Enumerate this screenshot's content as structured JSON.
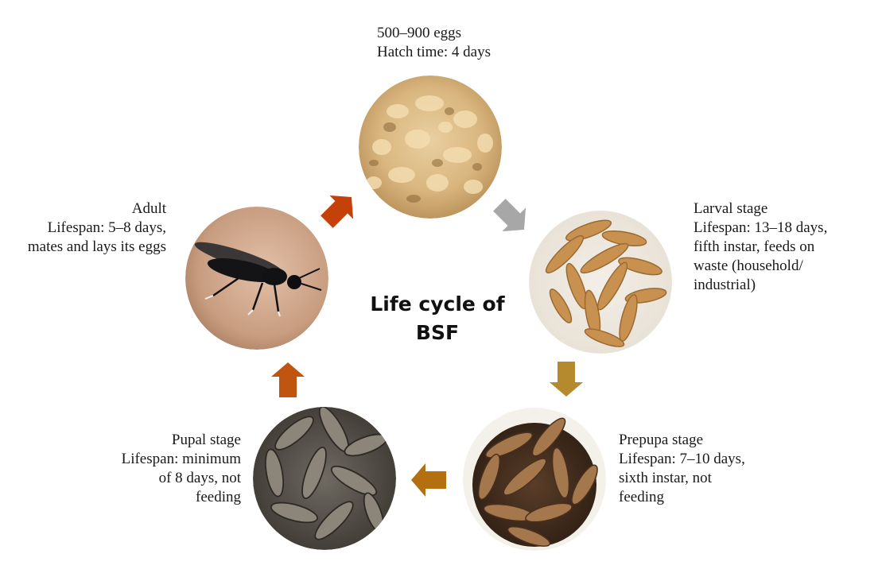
{
  "center": {
    "line1": "Life cycle of",
    "line2": "BSF"
  },
  "stages": {
    "eggs": {
      "lines": [
        "500–900 eggs",
        "Hatch time: 4 days"
      ]
    },
    "larval": {
      "lines": [
        "Larval stage",
        "Lifespan:  13–18 days,",
        "fifth instar, feeds on",
        "waste (household/",
        "industrial)"
      ]
    },
    "prepupa": {
      "lines": [
        "Prepupa stage",
        "Lifespan: 7–10 days,",
        "sixth instar, not",
        "feeding"
      ]
    },
    "pupal": {
      "lines": [
        "Pupal stage",
        "Lifespan: minimum",
        "of 8 days, not",
        "feeding"
      ]
    },
    "adult": {
      "lines": [
        "Adult",
        "Lifespan: 5–8 days,",
        "mates and lays its eggs"
      ]
    }
  },
  "arrows": {
    "eggs_to_larval": "#a7a7a7",
    "larval_to_prepupa": "#b58a2e",
    "prepupa_to_pupal": "#b4700f",
    "pupal_to_adult": "#c05510",
    "adult_to_eggs": "#c4420a"
  },
  "icons": [
    "eggs-photo",
    "larvae-photo",
    "prepupae-photo",
    "pupae-photo",
    "adult-fly-photo"
  ]
}
